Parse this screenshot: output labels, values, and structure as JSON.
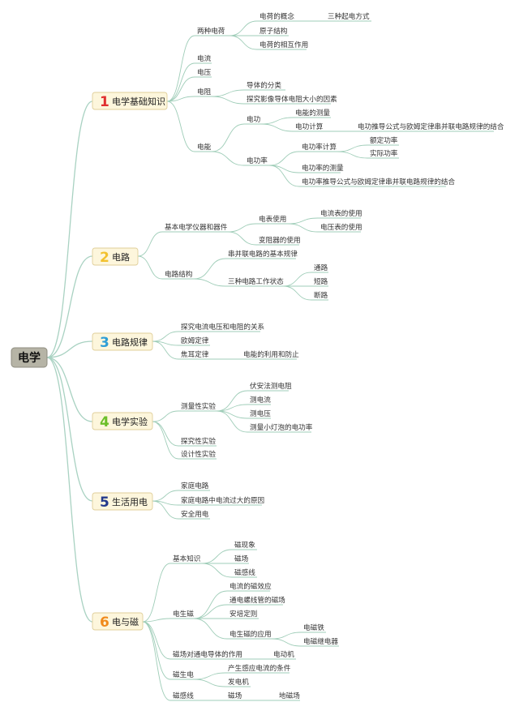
{
  "root": {
    "label": "电学"
  },
  "colors": {
    "line": "#9fcdb8",
    "branch_box": "#fdf6dc",
    "root_box": "#b6b4a6",
    "num1": "#e03030",
    "num2": "#f2c12e",
    "num3": "#2f9ed6",
    "num4": "#6cbf2a",
    "num5": "#233a8c",
    "num6": "#f08a1c"
  },
  "branches": [
    {
      "num": "1",
      "label": "电学基础知识",
      "children": [
        {
          "label": "两种电荷",
          "children": [
            {
              "label": "电荷的概念",
              "children": [
                {
                  "label": "三种起电方式"
                }
              ]
            },
            {
              "label": "原子结构"
            },
            {
              "label": "电荷的相互作用"
            }
          ]
        },
        {
          "label": "电流"
        },
        {
          "label": "电压"
        },
        {
          "label": "电阻",
          "children": [
            {
              "label": "导体的分类"
            },
            {
              "label": "探究影像导体电阻大小的因素"
            }
          ]
        },
        {
          "label": "电能",
          "children": [
            {
              "label": "电功",
              "children": [
                {
                  "label": "电能的测量"
                },
                {
                  "label": "电功计算",
                  "children": [
                    {
                      "label": "电功推导公式与欧姆定律串并联电路规律的结合"
                    }
                  ]
                }
              ]
            },
            {
              "label": "电功率",
              "children": [
                {
                  "label": "电功率计算",
                  "children": [
                    {
                      "label": "额定功率"
                    },
                    {
                      "label": "实际功率"
                    }
                  ]
                },
                {
                  "label": "电功率的测量"
                },
                {
                  "label": "电功率推导公式与欧姆定律串并联电路规律的结合"
                }
              ]
            }
          ]
        }
      ]
    },
    {
      "num": "2",
      "label": "电路",
      "children": [
        {
          "label": "基本电学仪器和器件",
          "children": [
            {
              "label": "电表使用",
              "children": [
                {
                  "label": "电流表的使用"
                },
                {
                  "label": "电压表的使用"
                }
              ]
            },
            {
              "label": "变阻器的使用"
            }
          ]
        },
        {
          "label": "电路结构",
          "children": [
            {
              "label": "串并联电路的基本规律"
            },
            {
              "label": "三种电路工作状态",
              "children": [
                {
                  "label": "通路"
                },
                {
                  "label": "短路"
                },
                {
                  "label": "断路"
                }
              ]
            }
          ]
        }
      ]
    },
    {
      "num": "3",
      "label": "电路规律",
      "children": [
        {
          "label": "探究电流电压和电阻的关系"
        },
        {
          "label": "欧姆定律"
        },
        {
          "label": "焦耳定律",
          "children": [
            {
              "label": "电能的利用和防止"
            }
          ]
        }
      ]
    },
    {
      "num": "4",
      "label": "电学实验",
      "children": [
        {
          "label": "测量性实验",
          "children": [
            {
              "label": "伏安法测电阻"
            },
            {
              "label": "测电流"
            },
            {
              "label": "测电压"
            },
            {
              "label": "测量小灯泡的电功率"
            }
          ]
        },
        {
          "label": "探究性实验"
        },
        {
          "label": "设计性实验"
        }
      ]
    },
    {
      "num": "5",
      "label": "生活用电",
      "children": [
        {
          "label": "家庭电路"
        },
        {
          "label": "家庭电路中电流过大的原因"
        },
        {
          "label": "安全用电"
        }
      ]
    },
    {
      "num": "6",
      "label": "电与磁",
      "children": [
        {
          "label": "基本知识",
          "children": [
            {
              "label": "磁现象"
            },
            {
              "label": "磁场"
            },
            {
              "label": "磁感线"
            }
          ]
        },
        {
          "label": "电生磁",
          "children": [
            {
              "label": "电流的磁效应"
            },
            {
              "label": "通电螺线管的磁场"
            },
            {
              "label": "安培定则"
            },
            {
              "label": "电生磁的应用",
              "children": [
                {
                  "label": "电磁铁"
                },
                {
                  "label": "电磁继电器"
                }
              ]
            }
          ]
        },
        {
          "label": "磁场对通电导体的作用",
          "children": [
            {
              "label": "电动机"
            }
          ]
        },
        {
          "label": "磁生电",
          "children": [
            {
              "label": "产生感应电流的条件"
            },
            {
              "label": "发电机"
            }
          ]
        },
        {
          "label": "磁感线",
          "children": [
            {
              "label": "磁场",
              "children": [
                {
                  "label": "地磁场"
                }
              ]
            }
          ]
        }
      ]
    }
  ]
}
